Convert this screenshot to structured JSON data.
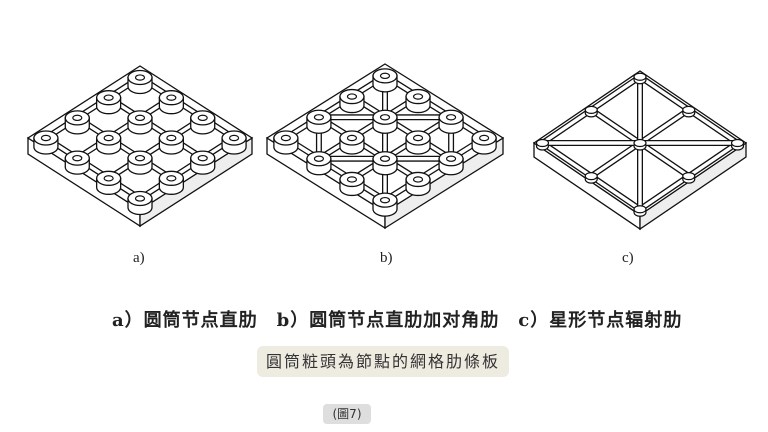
{
  "figure": {
    "panels": [
      {
        "label": "a)",
        "caption": "a）圆筒节点直肋",
        "type": "grid-direct-ribs"
      },
      {
        "label": "b)",
        "caption": "b）圆筒节点直肋加对角肋",
        "type": "grid-direct-diagonal-ribs"
      },
      {
        "label": "c)",
        "caption": "c）星形节点辐射肋",
        "type": "star-radial-ribs"
      }
    ],
    "caption_line": "a）圆筒节点直肋　b）圆筒节点直肋加对角肋　c）星形节点辐射肋",
    "title": "圓筒粧頭為節點的網格肋條板",
    "figure_number": "(圖7)"
  }
}
